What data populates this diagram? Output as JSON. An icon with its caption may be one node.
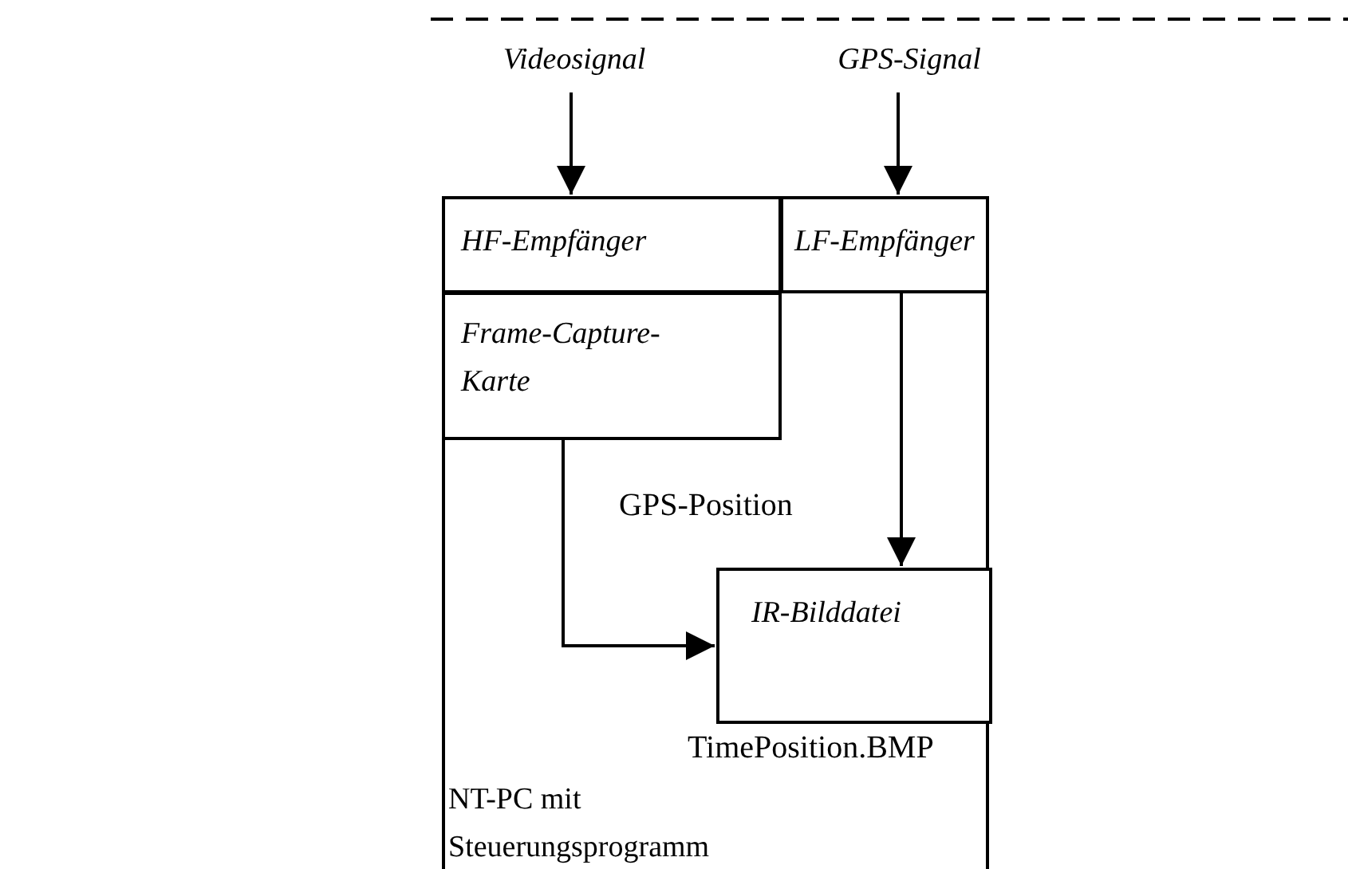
{
  "diagram": {
    "nodes": [
      {
        "text": [
          "Videosignal"
        ]
      },
      {
        "text": [
          "GPS-Signal"
        ]
      },
      {
        "text": [
          "NT-PC mit Steuerungsprogramm"
        ]
      },
      {
        "text": [
          "HF-Empfänger"
        ],
        "in": 2
      },
      {
        "text": [
          "LF-Empfänger"
        ],
        "in": 2
      },
      {
        "text": [
          "Frame-Capture-Karte"
        ],
        "in": 2
      },
      {
        "text": [
          "IR-Bilddatei"
        ],
        "in": 2,
        "beside": [
          "TimePosition.BMP"
        ]
      }
    ],
    "edges": [
      {
        "from": 0,
        "to": 3,
        "arrow": "to"
      },
      {
        "from": 1,
        "to": 4,
        "arrow": "to"
      },
      {
        "from": 5,
        "to": 6,
        "arrow": "to"
      },
      {
        "from": 4,
        "to": 6,
        "arrow": "to",
        "label": "GPS-Position"
      }
    ]
  }
}
